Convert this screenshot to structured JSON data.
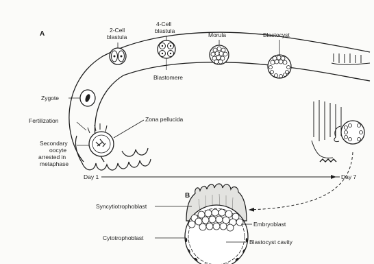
{
  "panels": {
    "a": "A",
    "b": "B"
  },
  "labels": {
    "cell2_line1": "2-Cell",
    "cell2_line2": "blastula",
    "cell4_line1": "4-Cell",
    "cell4_line2": "blastula",
    "morula": "Morula",
    "blastocyst": "Blastocyst",
    "blastomere": "Blastomere",
    "zygote": "Zygote",
    "fertilization": "Fertilization",
    "zona_pellucida": "Zona pellucida",
    "secondary_oocyte": [
      "Secondary",
      "oocyte",
      "arrested in",
      "metaphase"
    ],
    "day1": "Day 1",
    "day7": "Day 7",
    "syncytiotrophoblast": "Syncytiotrophoblast",
    "embryoblast": "Embryoblast",
    "cytotrophoblast": "Cytotrophoblast",
    "blastocyst_cavity": "Blastocyst cavity"
  }
}
